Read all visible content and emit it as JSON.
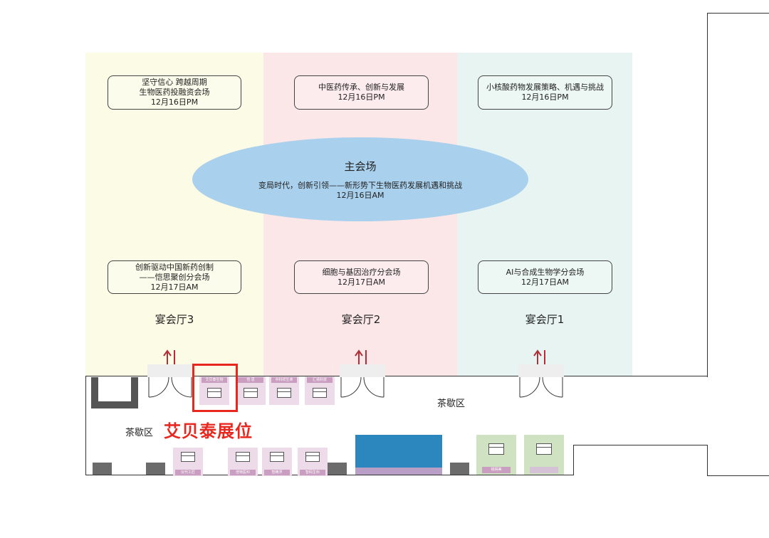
{
  "halls": [
    {
      "id": "hall3",
      "name": "宴会厅3",
      "color": "#fbfbe6",
      "top_session": [
        "坚守信心 跨越周期",
        "生物医药投融资会场",
        "12月16日PM"
      ],
      "bottom_session": [
        "创新驱动中国新药创制",
        "——恺思聚创分会场",
        "12月17日AM"
      ]
    },
    {
      "id": "hall2",
      "name": "宴会厅2",
      "color": "#fbe6e8",
      "top_session": [
        "中医药传承、创新与发展",
        "12月16日PM"
      ],
      "bottom_session": [
        "细胞与基因治疗分会场",
        "12月17日AM"
      ]
    },
    {
      "id": "hall1",
      "name": "宴会厅1",
      "color": "#e7f4f1",
      "top_session": [
        "小核酸药物发展策略、机遇与挑战",
        "12月16日PM"
      ],
      "bottom_session": [
        "AI与合成生物学分会场",
        "12月17日AM"
      ]
    }
  ],
  "main_venue": {
    "title": "主会场",
    "line1": "变局时代，创新引领——新形势下生物医药发展机遇和挑战",
    "line2": "12月16日AM",
    "color": "#a9d0ec"
  },
  "tea_area_label": "茶歇区",
  "highlight": {
    "label": "艾贝泰展位",
    "color": "#e8281f"
  },
  "booths_top": [
    "艾贝泰生物",
    "恺 思",
    "中科祥生命",
    "汇禧科技"
  ],
  "booths_bottom": [
    "仪代工匠",
    "倍特医科",
    "智精浮",
    "智码生科"
  ],
  "green_booths": [
    "锐得美",
    ""
  ],
  "colors": {
    "booth": "#eedbea",
    "booth_label": "#c99ec0",
    "blue_block": "#2b87bd",
    "blue_strip": "#b99ec6",
    "arrow": "#b0303a"
  }
}
